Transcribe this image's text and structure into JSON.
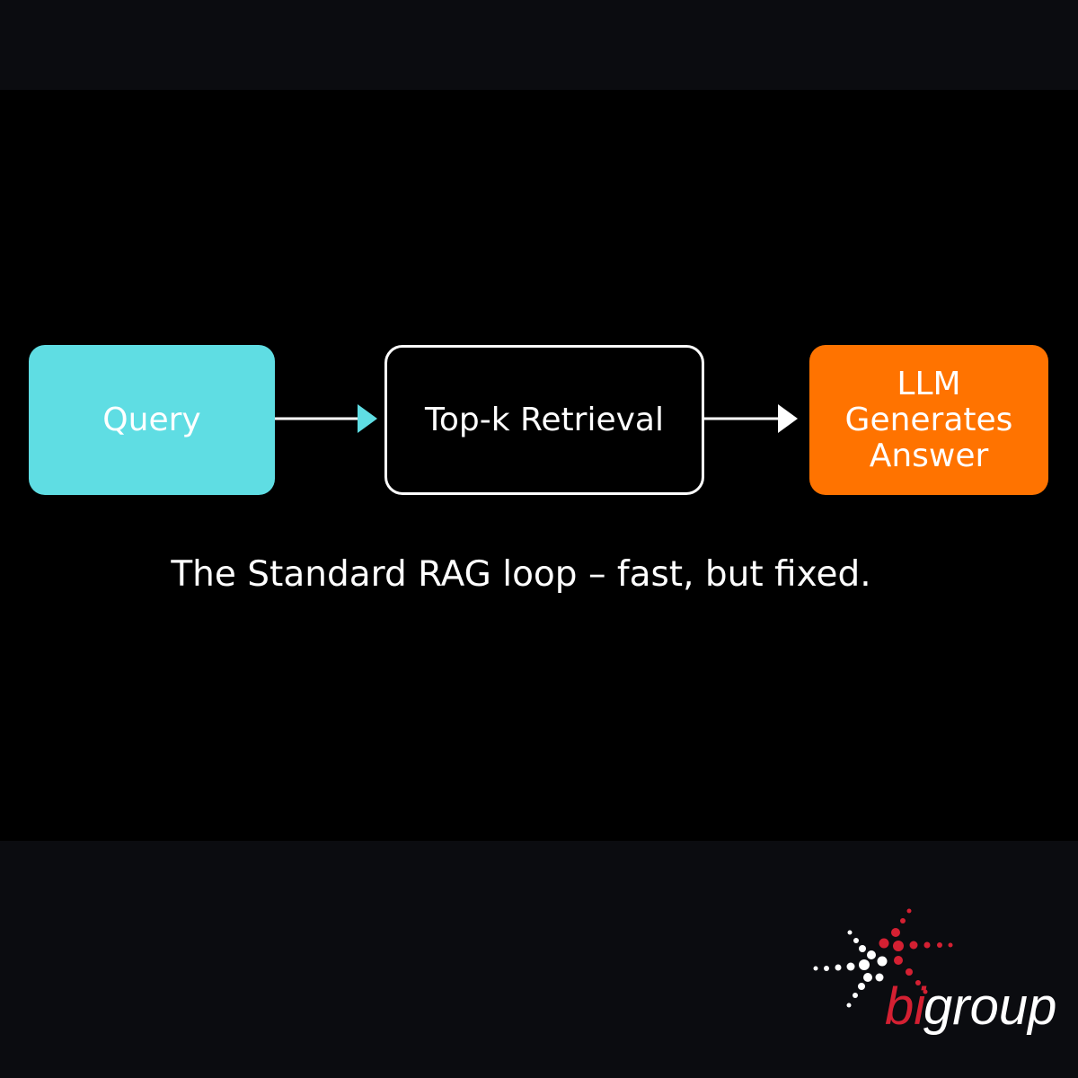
{
  "diagram": {
    "nodes": [
      {
        "id": "query",
        "label": "Query",
        "color": "#5fdde3"
      },
      {
        "id": "retrieval",
        "label": "Top-k Retrieval",
        "color": "#000000",
        "border": "#ffffff"
      },
      {
        "id": "llm",
        "label_lines": [
          "LLM",
          "Generates",
          "Answer"
        ],
        "color": "#ff7300"
      }
    ],
    "edges": [
      {
        "from": "query",
        "to": "retrieval",
        "head_color": "#5fdde3"
      },
      {
        "from": "retrieval",
        "to": "llm",
        "head_color": "#ffffff"
      }
    ],
    "caption": "The Standard RAG loop – fast, but fixed."
  },
  "logo": {
    "text_bi": "bi",
    "text_group": "group",
    "colors": {
      "red": "#d42032",
      "white": "#ffffff"
    }
  },
  "colors": {
    "background": "#0b0c10",
    "band": "#000000",
    "accent_cyan": "#5fdde3",
    "accent_orange": "#ff7300"
  }
}
